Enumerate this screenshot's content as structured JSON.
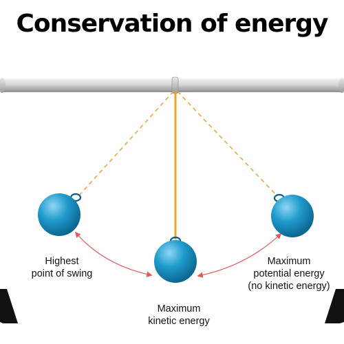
{
  "title": "Conservation of energy",
  "labels": {
    "left": [
      "Highest",
      "point of swing"
    ],
    "bottom": [
      "Maximum",
      "kinetic energy"
    ],
    "right": [
      "Maximum",
      "potential energy",
      "(no kinetic energy)"
    ]
  },
  "colors": {
    "bob": "#1f9ccd",
    "bob_highlight": "#8fd6f3",
    "bob_shadow": "#0a5f8a",
    "string": "#f6a31a",
    "dashed_string": "#eda44a",
    "arc_arrows": "#e05a5a",
    "bar": "#cfcfcf",
    "legs": "#111111"
  }
}
